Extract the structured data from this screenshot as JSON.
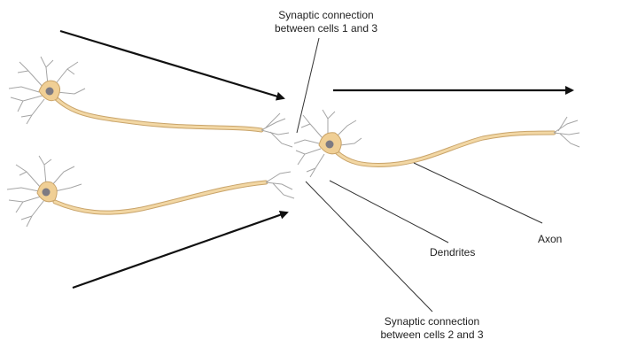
{
  "labels": {
    "syn13_line1": "Synaptic connection",
    "syn13_line2": "between cells 1 and 3",
    "syn23_line1": "Synaptic connection",
    "syn23_line2": "between cells 2 and 3",
    "dendrites": "Dendrites",
    "axon": "Axon"
  },
  "colors": {
    "axon_fill": "#f2d7a4",
    "axon_stroke": "#c9a46a",
    "soma_fill": "#f0cf95",
    "nucleus": "#7d7a82",
    "dendrite": "#a5a5a5",
    "arrow": "#111111",
    "leader": "#333333"
  }
}
